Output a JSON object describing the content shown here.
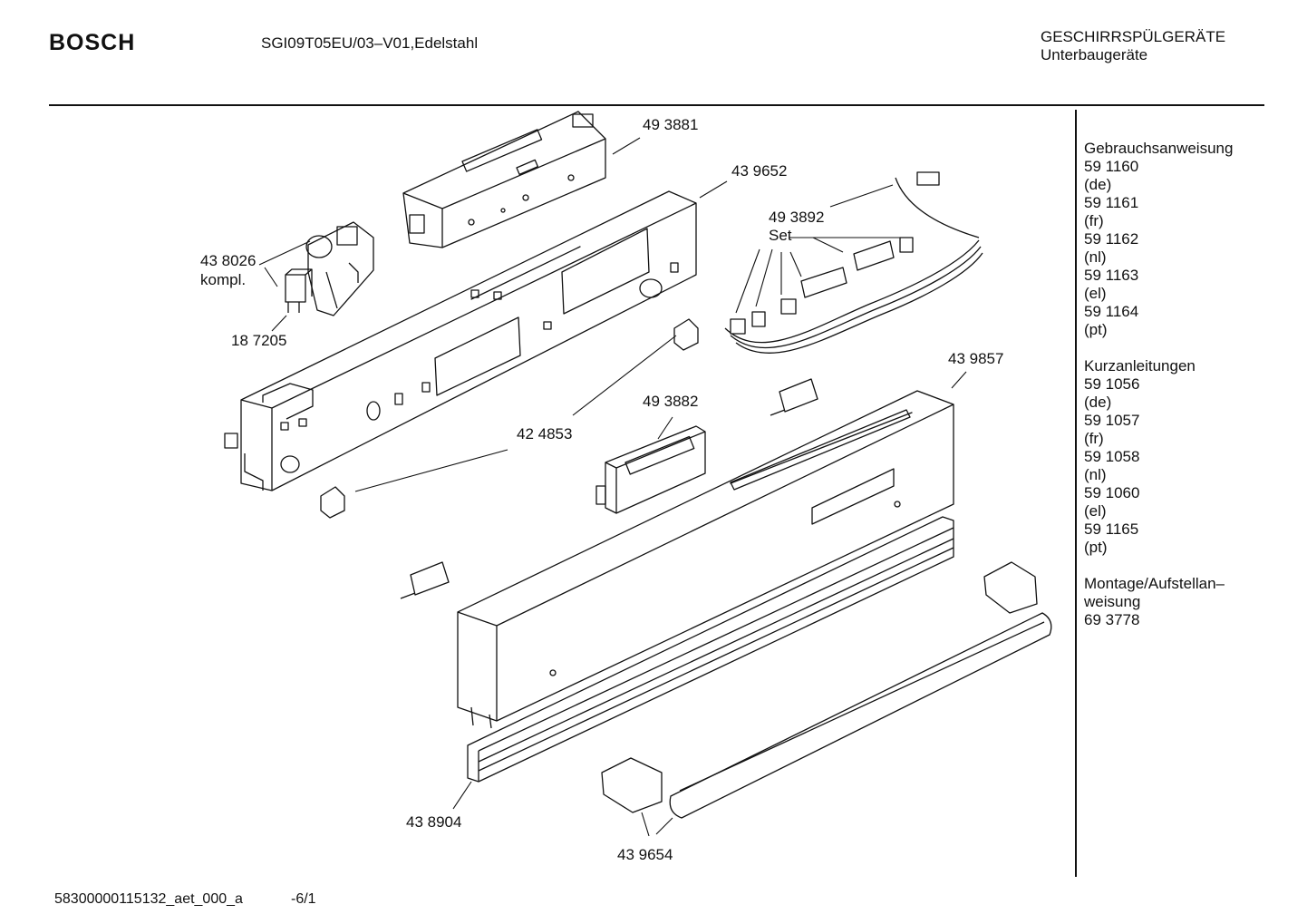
{
  "header": {
    "brand": "BOSCH",
    "model": "SGI09T05EU/03–V01,Edelstahl",
    "category_line1": "GESCHIRRSPÜLGERÄTE",
    "category_line2": "Unterbaugeräte"
  },
  "footer": {
    "document_id": "58300000115132_aet_000_a",
    "sheet": "-6/1"
  },
  "sidebar": {
    "groups": [
      {
        "title": "Gebrauchsanweisung",
        "lines": [
          "59 1160",
          "(de)",
          "59 1161",
          "(fr)",
          "59 1162",
          "(nl)",
          "59 1163",
          "(el)",
          "59 1164",
          "(pt)"
        ]
      },
      {
        "title": "Kurzanleitungen",
        "lines": [
          "59 1056",
          "(de)",
          "59 1057",
          "(fr)",
          "59 1058",
          "(nl)",
          "59 1060",
          "(el)",
          "59 1165",
          "(pt)"
        ]
      },
      {
        "title": "Montage/Aufstellan–",
        "lines": [
          "weisung",
          "69 3778"
        ]
      }
    ]
  },
  "parts": {
    "p493881": "49 3881",
    "p439652": "43 9652",
    "p493892": "49 3892",
    "set": "Set",
    "p438026": "43 8026",
    "kompl": "kompl.",
    "p187205": "18 7205",
    "p439857": "43 9857",
    "p493882": "49 3882",
    "p424853": "42 4853",
    "p438904": "43 8904",
    "p439654": "43 9654"
  }
}
